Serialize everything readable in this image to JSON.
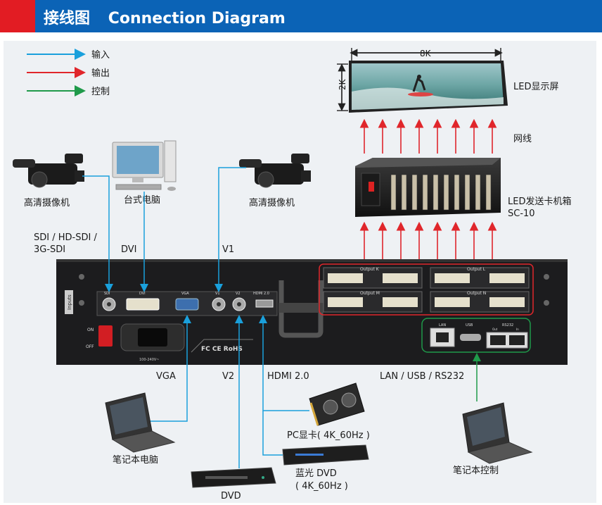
{
  "header": {
    "title_cn": "接线图",
    "title_en": "Connection Diagram",
    "accent_color": "#e21c23",
    "bar_color": "#0b63b6"
  },
  "legend": [
    {
      "label": "输入",
      "color": "#1aa0dc"
    },
    {
      "label": "输出",
      "color": "#e0262b"
    },
    {
      "label": "控制",
      "color": "#1f9a4a"
    }
  ],
  "screen": {
    "width_label": "8K",
    "height_label": "2K",
    "label": "LED显示屏",
    "cable_label": "网线"
  },
  "sender_box": {
    "label_line1": "LED发送卡机箱",
    "label_line2": "SC-10"
  },
  "sources": {
    "camera_left": "高清摄像机",
    "desktop": "台式电脑",
    "camera_right": "高清摄像机",
    "laptop": "笔记本电脑",
    "dvd": "DVD",
    "gpu_label": "PC显卡( 4K_60Hz )",
    "bluray_line1": "蓝光 DVD",
    "bluray_line2": "( 4K_60Hz )",
    "laptop_control": "笔记本控制"
  },
  "connections": {
    "sdi_line1": "SDI / HD-SDI /",
    "sdi_line2": "3G-SDI",
    "dvi": "DVI",
    "v1": "V1",
    "vga": "VGA",
    "v2": "V2",
    "hdmi": "HDMI 2.0",
    "control": "LAN / USB / RS232"
  },
  "device": {
    "inputs_tag": "Inputs",
    "port_sdi": "SDI",
    "port_dvi": "DVI",
    "port_vga": "VGA",
    "port_v1": "V1",
    "port_v2": "V2",
    "port_hdmi": "HDMI 2.0",
    "output_k": "Output  K",
    "output_l": "Output  L",
    "output_m": "Output  M",
    "output_n": "Output  N",
    "port_lan": "LAN",
    "port_usb": "USB",
    "port_rs232": "RS232",
    "rs_out": "Out",
    "rs_in": "In",
    "switch_on": "ON",
    "switch_off": "OFF",
    "power_rating": "100-240V~",
    "cert_marks": "FC CE RoHS"
  }
}
